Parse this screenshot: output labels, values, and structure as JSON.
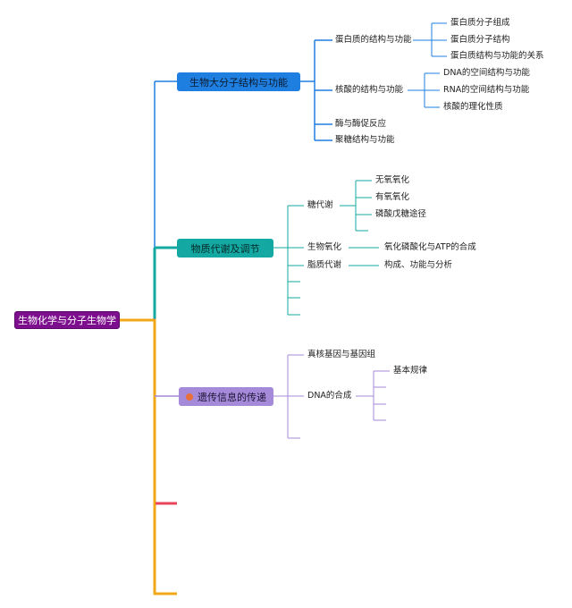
{
  "root": {
    "label": "生物化学与分子生物学"
  },
  "colors": {
    "root": "#7d0f8f",
    "branch1": "#1f7fe0",
    "branch2": "#13a8a2",
    "branch3": "#a48ad8",
    "trunk": "#f0a818",
    "red": "#e8455a"
  },
  "branch1": {
    "label": "生物大分子结构与功能",
    "protein": {
      "label": "蛋白质的结构与功能",
      "items": [
        "蛋白质分子组成",
        "蛋白质分子结构",
        "蛋白质结构与功能的关系"
      ]
    },
    "nucleic": {
      "label": "核酸的结构与功能",
      "items": [
        "DNA的空间结构与功能",
        "RNA的空间结构与功能",
        "核酸的理化性质"
      ]
    },
    "enzyme": "酶与酶促反应",
    "sugar": "聚糖结构与功能"
  },
  "branch2": {
    "label": "物质代谢及调节",
    "glyco": {
      "label": "糖代谢",
      "items": [
        "无氧氧化",
        "有氧氧化",
        "磷酸戊糖途径"
      ]
    },
    "bioox": {
      "label": "生物氧化",
      "item": "氧化磷酸化与ATP的合成"
    },
    "lipid": {
      "label": "脂质代谢",
      "item": "构成、功能与分析"
    }
  },
  "branch3": {
    "label": "遗传信息的传递",
    "genome": "真核基因与基因组",
    "dna": {
      "label": "DNA的合成",
      "item": "基本规律"
    }
  }
}
